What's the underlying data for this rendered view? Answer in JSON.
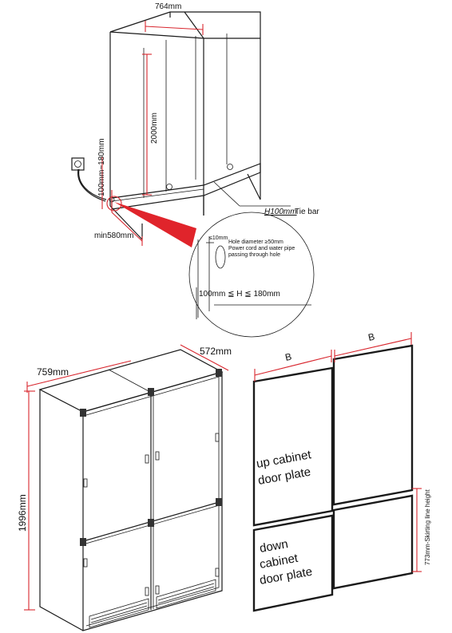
{
  "top_diagram": {
    "width_label": "764mm",
    "height_label": "2000mm",
    "socket_label": "100mm~180mm",
    "depth_label": "min580mm",
    "tie_bar_code": "H100mm",
    "tie_bar_label": "Tie bar"
  },
  "detail": {
    "gap_label": "≤10mm",
    "hole_text_1": "Hole diameter ≥50mm",
    "hole_text_2": "Power cord and water pipe",
    "hole_text_3": "passing through hole",
    "h_range": "100mm ≦ H ≦ 180mm"
  },
  "fridge": {
    "width_label": "759mm",
    "depth_label": "572mm",
    "height_label": "1996mm"
  },
  "door_plates": {
    "b_left": "B",
    "b_right": "B",
    "up_line1": "up cabinet",
    "up_line2": "door plate",
    "down_line1": "down",
    "down_line2": "cabinet",
    "down_line3": "door plate",
    "skirting_label": "773mm-Skirting line height"
  }
}
